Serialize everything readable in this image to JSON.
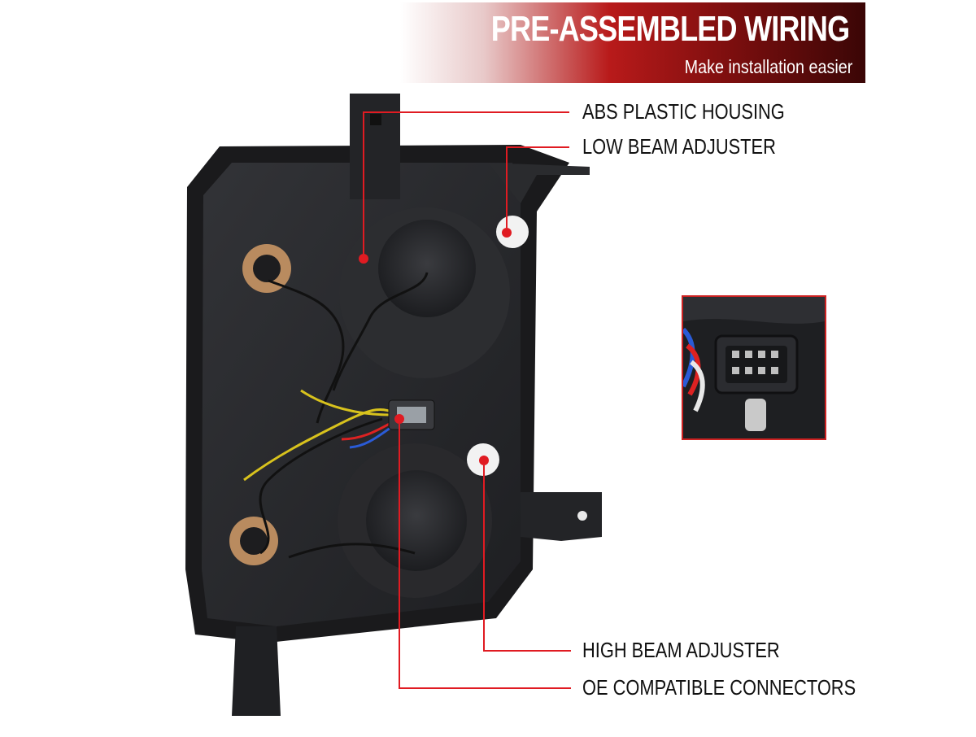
{
  "banner": {
    "title": "PRE-ASSEMBLED WIRING",
    "subtitle": "Make installation easier"
  },
  "callouts": {
    "abs_housing": "ABS PLASTIC HOUSING",
    "low_beam": "LOW BEAM ADJUSTER",
    "high_beam": "HIGH BEAM ADJUSTER",
    "connectors": "OE COMPATIBLE CONNECTORS"
  },
  "colors": {
    "accent": "#e01b22",
    "housing": "#2a2b2e",
    "banner_dark": "#3a0606"
  }
}
